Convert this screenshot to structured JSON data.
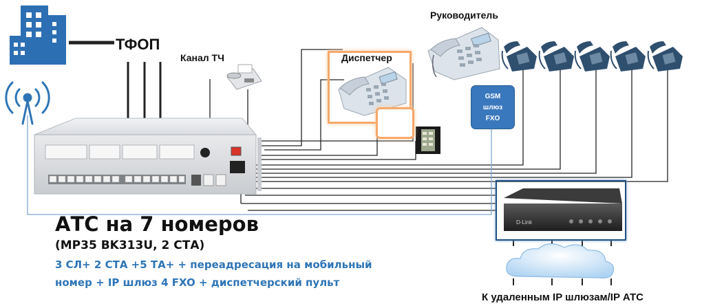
{
  "labels": {
    "tfop": "ТФОП",
    "channel": "Канал ТЧ",
    "dispatcher": "Диспетчер",
    "manager": "Руководитель",
    "remote": "К удаленным IP шлюзам/IP АТС"
  },
  "gsm": {
    "line1": "GSM",
    "line2": "шлюз",
    "line3": "FXO"
  },
  "title": {
    "main": "АТС на 7 номеров",
    "sub": "(MP35 BK313U, 2 СТА)"
  },
  "description": {
    "line1": "3 СЛ+ 2 СТА +5 ТА+ + переадресация на мобильный",
    "line2": "номер + IP шлюз 4 FXO + диспетчерский пульт"
  },
  "device_text": {
    "gateway_brand": "D-Link"
  },
  "icons": {
    "building": "building-icon",
    "antenna": "antenna-icon",
    "pbx": "pbx-unit-icon",
    "fax": "fax-icon",
    "phone": "phone-icon",
    "horn": "loudspeaker-icon",
    "panel": "dispatcher-panel-icon",
    "gateway": "ip-gateway-icon",
    "cloud": "cloud-icon"
  },
  "colors": {
    "accent_blue": "#2e75b6",
    "building_blue": "#2d6fb3",
    "highlight_orange": "#f6a86a",
    "gsm_fill": "#3a78bd",
    "line_dark": "#222222",
    "line_blue": "#7fa8d6"
  }
}
